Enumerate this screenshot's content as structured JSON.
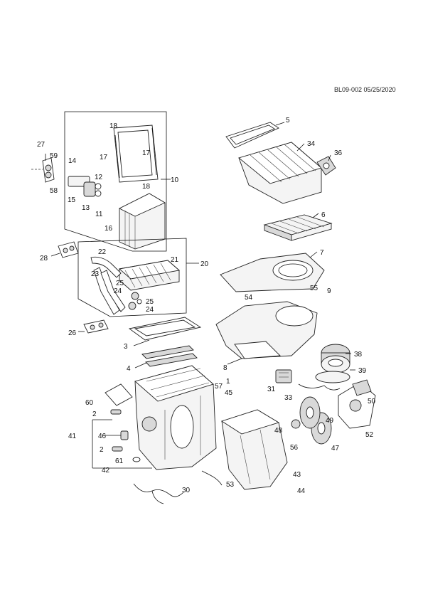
{
  "document": {
    "id_date": "BL09-002 05/25/2020"
  },
  "callouts": [
    "1",
    "2",
    "2",
    "3",
    "4",
    "5",
    "6",
    "7",
    "8",
    "9",
    "10",
    "11",
    "12",
    "13",
    "14",
    "15",
    "16",
    "17",
    "17",
    "18",
    "18",
    "20",
    "21",
    "22",
    "23",
    "24",
    "24",
    "25",
    "25",
    "26",
    "27",
    "28",
    "30",
    "31",
    "33",
    "34",
    "36",
    "38",
    "39",
    "41",
    "42",
    "43",
    "44",
    "45",
    "46",
    "47",
    "48",
    "49",
    "50",
    "52",
    "53",
    "54",
    "55",
    "56",
    "57",
    "58",
    "59",
    "60",
    "61"
  ]
}
